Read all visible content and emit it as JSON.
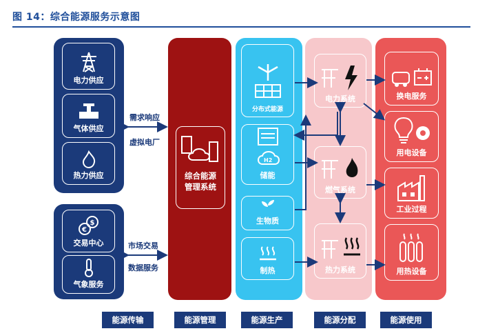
{
  "title": "图 14：综合能源服务示意图",
  "transport": {
    "top": [
      "电力供应",
      "气体供应",
      "热力供应"
    ],
    "bottom": [
      "交易中心",
      "气象服务"
    ]
  },
  "links": {
    "top": [
      "需求响应",
      "虚拟电厂"
    ],
    "bottom": [
      "市场交易",
      "数据服务"
    ]
  },
  "management": {
    "label_line1": "综合能源",
    "label_line2": "管理系统"
  },
  "production": [
    "分布式能源",
    "储能",
    "生物质",
    "制热"
  ],
  "distribution": [
    "电力系统",
    "燃气系统",
    "热力系统"
  ],
  "usage": [
    "换电服务",
    "用电设备",
    "工业过程",
    "用热设备"
  ],
  "legend": [
    "能源传输",
    "能源管理",
    "能源生产",
    "能源分配",
    "能源使用"
  ],
  "colors": {
    "navy": "#1b3a7a",
    "darkred": "#9e1212",
    "cyan": "#38c3f0",
    "pink": "#f7c8cb",
    "red": "#ea5757"
  }
}
